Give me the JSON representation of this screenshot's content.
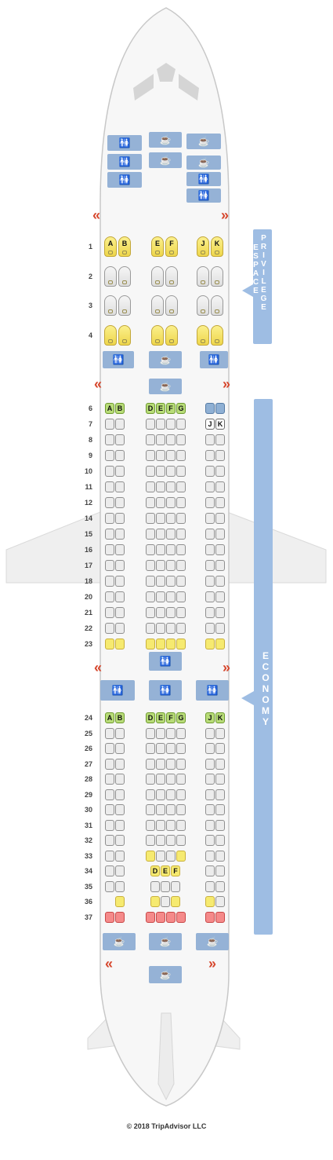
{
  "rows": {
    "premium": [
      "1",
      "2",
      "3",
      "4"
    ],
    "economy": [
      "6",
      "7",
      "8",
      "9",
      "10",
      "11",
      "12",
      "14",
      "15",
      "16",
      "17",
      "18",
      "20",
      "21",
      "22",
      "23",
      "24",
      "25",
      "26",
      "27",
      "28",
      "29",
      "30",
      "31",
      "32",
      "33",
      "34",
      "35",
      "36",
      "37"
    ]
  },
  "labels": {
    "row1": {
      "AB": [
        "A",
        "B"
      ],
      "EF": [
        "E",
        "F"
      ],
      "JK": [
        "J",
        "K"
      ]
    },
    "row6": {
      "AB": [
        "A",
        "B"
      ],
      "DEFG": [
        "D",
        "E",
        "F",
        "G"
      ]
    },
    "row7": {
      "JK": [
        "J",
        "K"
      ]
    },
    "row24": {
      "AB": [
        "A",
        "B"
      ],
      "DEFG": [
        "D",
        "E",
        "F",
        "G"
      ],
      "JK": [
        "J",
        "K"
      ]
    },
    "row34": {
      "DEF": [
        "D",
        "E",
        "F"
      ]
    }
  },
  "sections": {
    "espace": {
      "line1": "ESPACE",
      "line2": "PRIVILEGE"
    },
    "economy": "ECONOMY"
  },
  "icons": {
    "lavatory": "🚻",
    "galley": "☕",
    "exit_left": "«",
    "exit_right": "»"
  },
  "colors": {
    "seat_standard": "#ececec",
    "seat_green": "#b8dc78",
    "seat_yellow": "#f6ea70",
    "seat_red": "#f58a8a",
    "facility": "#95b2d6",
    "exit": "#d6472d",
    "band": "#9ebde3"
  },
  "footer": {
    "copyright": "© 2018 TripAdvisor LLC"
  }
}
